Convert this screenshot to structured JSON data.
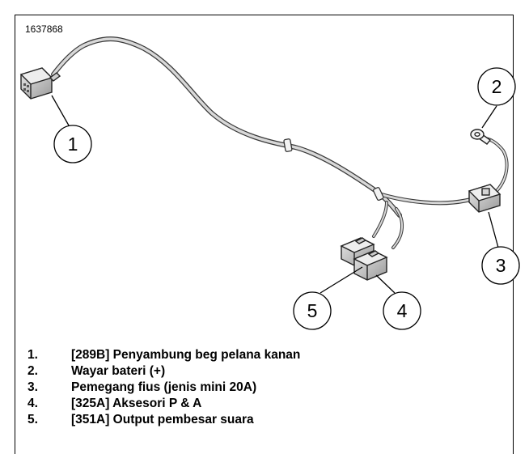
{
  "figure_id": "1637868",
  "callouts": [
    "1",
    "2",
    "3",
    "4",
    "5"
  ],
  "legend": [
    {
      "number": "1.",
      "text": "[289B] Penyambung beg pelana kanan"
    },
    {
      "number": "2.",
      "text": "Wayar bateri (+)"
    },
    {
      "number": "3.",
      "text": "Pemegang fius (jenis mini 20A)"
    },
    {
      "number": "4.",
      "text": "[325A] Aksesori P & A"
    },
    {
      "number": "5.",
      "text": "[351A] Output pembesar suara"
    }
  ]
}
